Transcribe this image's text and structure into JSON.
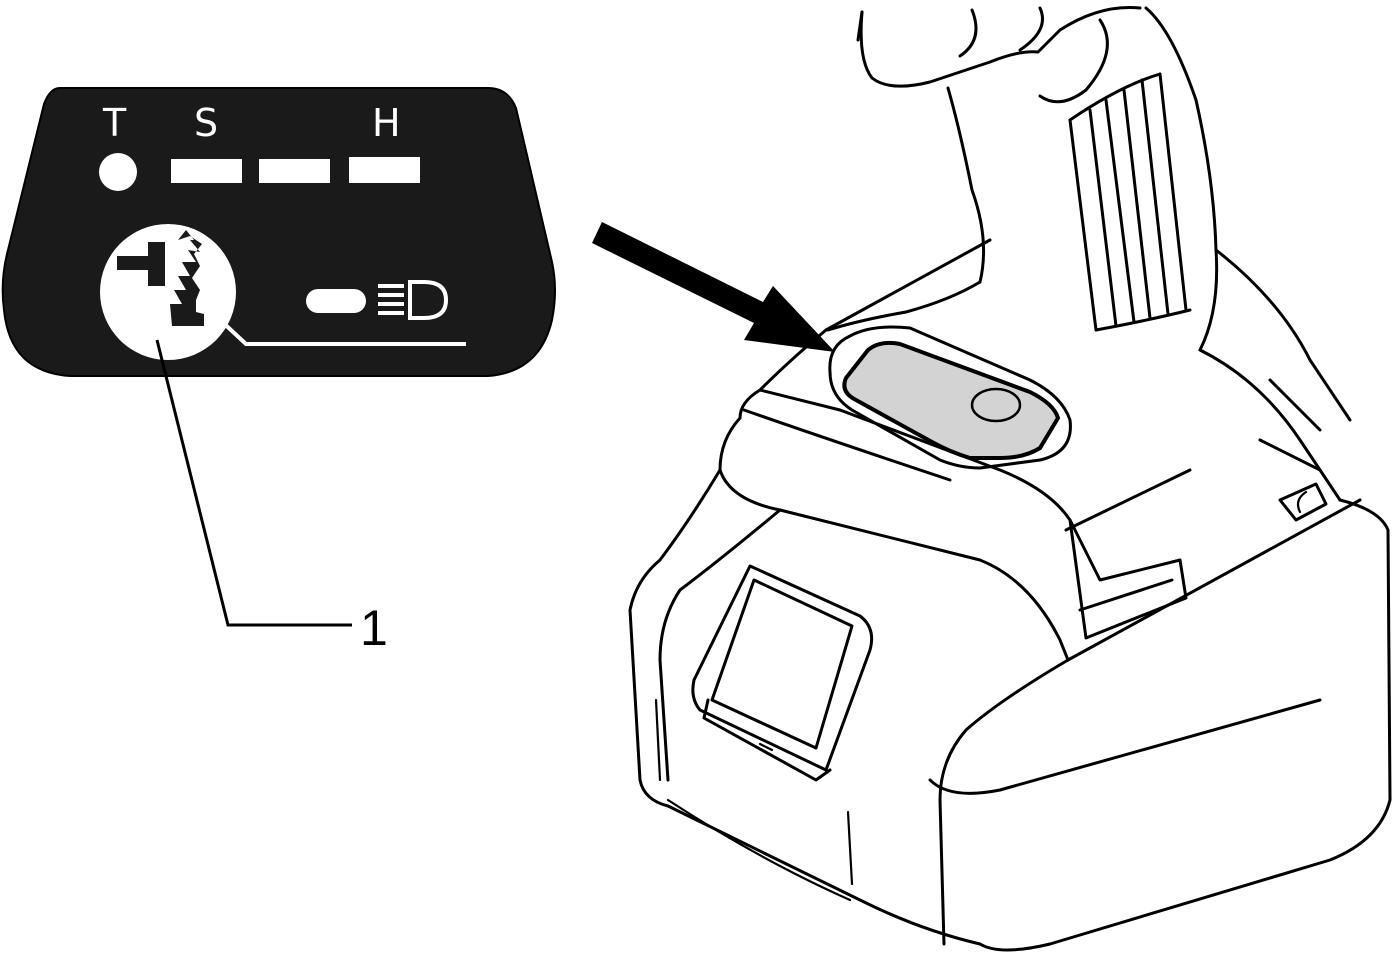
{
  "control_panel": {
    "mode_letters": [
      "T",
      "S",
      "H"
    ],
    "panel_color": "#1a1a1a",
    "icon_color": "#ffffff",
    "icons": [
      "mode-indicator-lamp",
      "speed-level-bar-1",
      "speed-level-bar-2",
      "speed-level-bar-3",
      "application-mode-button-icon",
      "light-button-icon"
    ]
  },
  "callout": {
    "number": "1"
  },
  "tool": {
    "button_fill": "#d3d3d3",
    "line_color": "#000000"
  }
}
